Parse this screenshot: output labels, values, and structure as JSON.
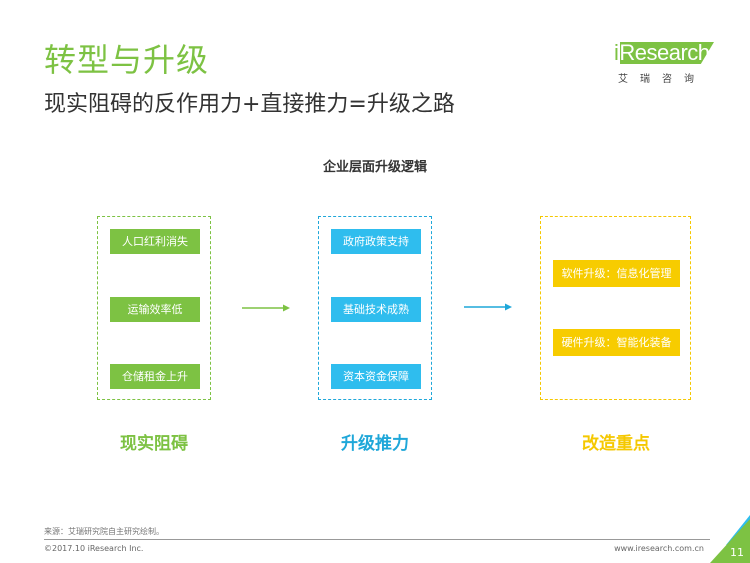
{
  "header": {
    "title": "转型与升级",
    "subtitle": "现实阻碍的反作用力+直接推力=升级之路"
  },
  "logo": {
    "brand_prefix": "i",
    "brand_text": "Research",
    "chinese": "艾瑞咨询",
    "color": "#7DC243"
  },
  "diagram": {
    "title": "企业层面升级逻辑",
    "columns": [
      {
        "label": "现实阻碍",
        "color": "#7DC243",
        "items": [
          "人口红利消失",
          "运输效率低",
          "仓储租金上升"
        ]
      },
      {
        "label": "升级推力",
        "color": "#1FA7D9",
        "items": [
          "政府政策支持",
          "基础技术成熟",
          "资本资金保障"
        ]
      },
      {
        "label": "改造重点",
        "color": "#F5C800",
        "items": [
          "软件升级：信息化管理",
          "硬件升级：智能化装备"
        ]
      }
    ]
  },
  "footer": {
    "source": "来源：艾瑞研究院自主研究绘制。",
    "copyright": "©2017.10 iResearch Inc.",
    "website": "www.iresearch.com.cn",
    "page_number": "11"
  }
}
